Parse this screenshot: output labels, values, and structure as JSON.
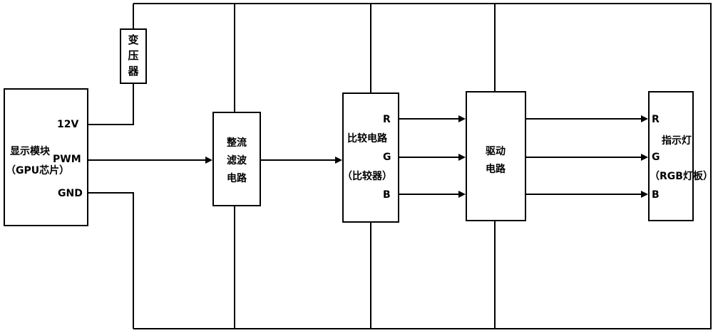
{
  "display_module": {
    "title": "显示模块",
    "subtitle": "（GPU芯片）",
    "pins": {
      "v12": "12V",
      "pwm": "PWM",
      "gnd": "GND"
    }
  },
  "transformer": {
    "chars": [
      "变",
      "压",
      "器"
    ]
  },
  "rectifier": {
    "line1": "整流",
    "line2": "滤波",
    "line3": "电路"
  },
  "comparator": {
    "title": "比较电路",
    "subtitle": "（比较器）",
    "ports": {
      "r": "R",
      "g": "G",
      "b": "B"
    }
  },
  "driver": {
    "line1": "驱动",
    "line2": "电路"
  },
  "indicator": {
    "title": "指示灯",
    "subtitle": "（RGB灯板）",
    "ports": {
      "r": "R",
      "g": "G",
      "b": "B"
    }
  }
}
